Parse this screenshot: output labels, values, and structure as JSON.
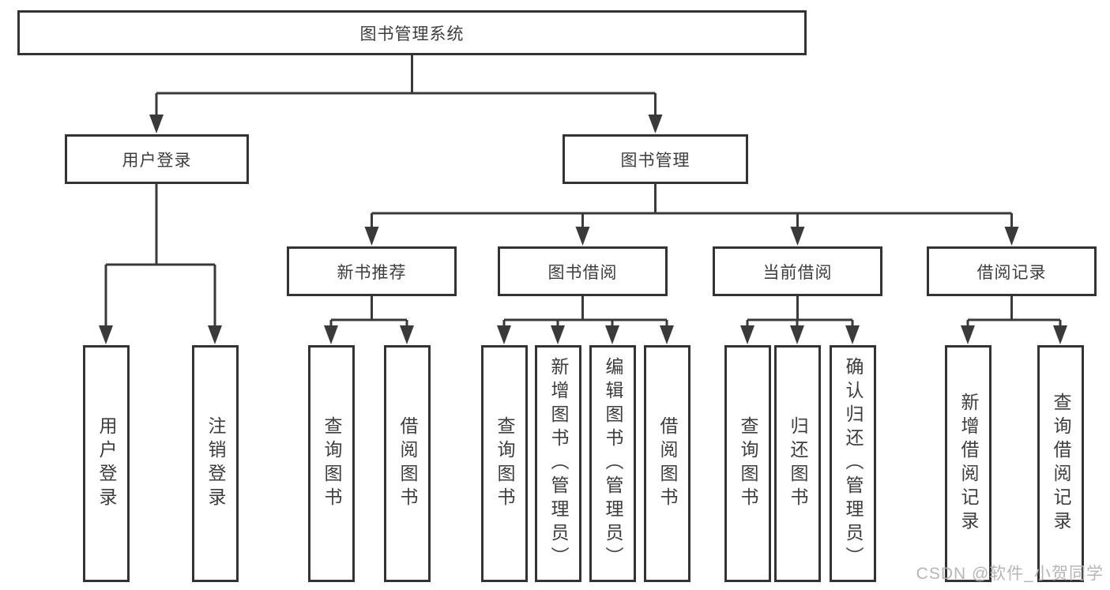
{
  "nodes": {
    "root": "图书管理系统",
    "user_login": "用户登录",
    "book_mgmt": "图书管理",
    "new_book_rec": "新书推荐",
    "book_borrow": "图书借阅",
    "current_borrow": "当前借阅",
    "borrow_record": "借阅记录",
    "leaf_user_login": "用户登录",
    "leaf_logout": "注销登录",
    "rec_query_book": "查询图书",
    "rec_borrow_book": "借阅图书",
    "bb_query_book": "查询图书",
    "bb_add_book": "新增图书（管理员）",
    "bb_edit_book": "编辑图书（管理员）",
    "bb_borrow_book": "借阅图书",
    "cb_query_book": "查询图书",
    "cb_return_book": "归还图书",
    "cb_confirm_return": "确认归还（管理员）",
    "br_add_record": "新增借阅记录",
    "br_query_record": "查询借阅记录"
  },
  "watermark": "CSDN @软件_小贺同学",
  "colors": {
    "line": "#3a3a3a",
    "box_border": "#333333",
    "text": "#3d3d3d",
    "watermark": "#b2b2b2",
    "background": "#ffffff"
  }
}
